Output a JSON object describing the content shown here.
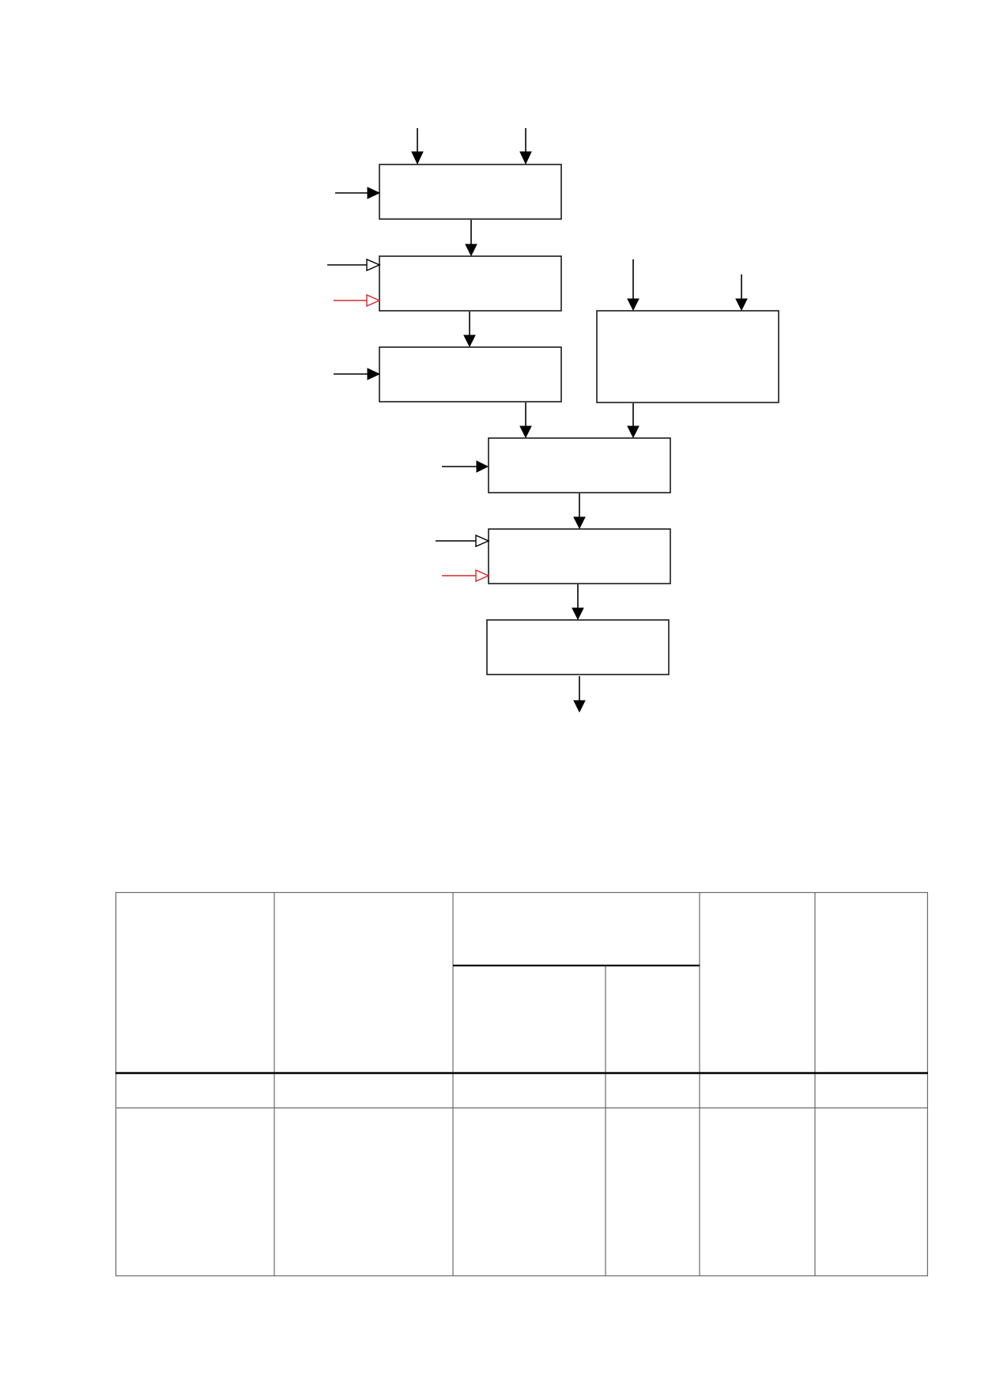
{
  "colors": {
    "box_stroke": "#1a1a1a",
    "arrow_black": "#000000",
    "arrow_red": "#d42a2a",
    "table_rule": "#6b6b6b"
  },
  "diagram": {
    "boxes": [
      {
        "id": "process-step-1",
        "text": ""
      },
      {
        "id": "process-step-2",
        "text": ""
      },
      {
        "id": "process-step-3",
        "text": ""
      },
      {
        "id": "side-process",
        "text": ""
      },
      {
        "id": "process-step-4",
        "text": ""
      },
      {
        "id": "process-step-5",
        "text": ""
      },
      {
        "id": "process-step-6",
        "text": ""
      }
    ]
  },
  "table": {
    "header": {
      "group_label": "",
      "columns": [
        "",
        "",
        "",
        "",
        "",
        ""
      ]
    },
    "rows": [
      [
        "",
        "",
        "",
        "",
        "",
        ""
      ],
      [
        "",
        "",
        "",
        "",
        "",
        ""
      ]
    ]
  }
}
